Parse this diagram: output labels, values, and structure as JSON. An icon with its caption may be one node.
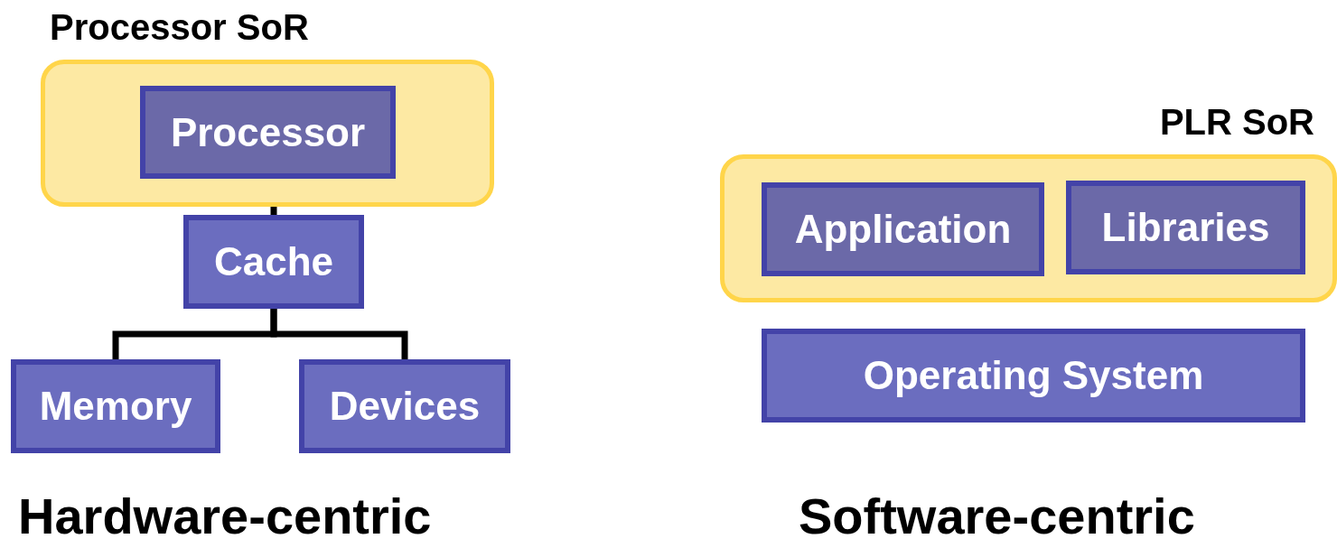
{
  "diagram": {
    "nodes": [
      {
        "text": [
          "Processor SoR"
        ]
      },
      {
        "text": [
          "Processor"
        ],
        "in": 0
      },
      {
        "text": [
          "Cache"
        ]
      },
      {
        "text": [
          "Memory"
        ]
      },
      {
        "text": [
          "Devices"
        ]
      },
      {
        "text": [
          "PLR SoR"
        ]
      },
      {
        "text": [
          "Application"
        ],
        "in": 5
      },
      {
        "text": [
          "Libraries"
        ],
        "in": 5
      },
      {
        "text": [
          "Operating System"
        ]
      }
    ],
    "edges": [
      {
        "from": 1,
        "to": 2,
        "arrow": "none"
      },
      {
        "from": 2,
        "to": 3,
        "arrow": "none"
      },
      {
        "from": 2,
        "to": 4,
        "arrow": "none"
      }
    ],
    "labels": [
      "Hardware-centric",
      "Software-centric"
    ]
  }
}
